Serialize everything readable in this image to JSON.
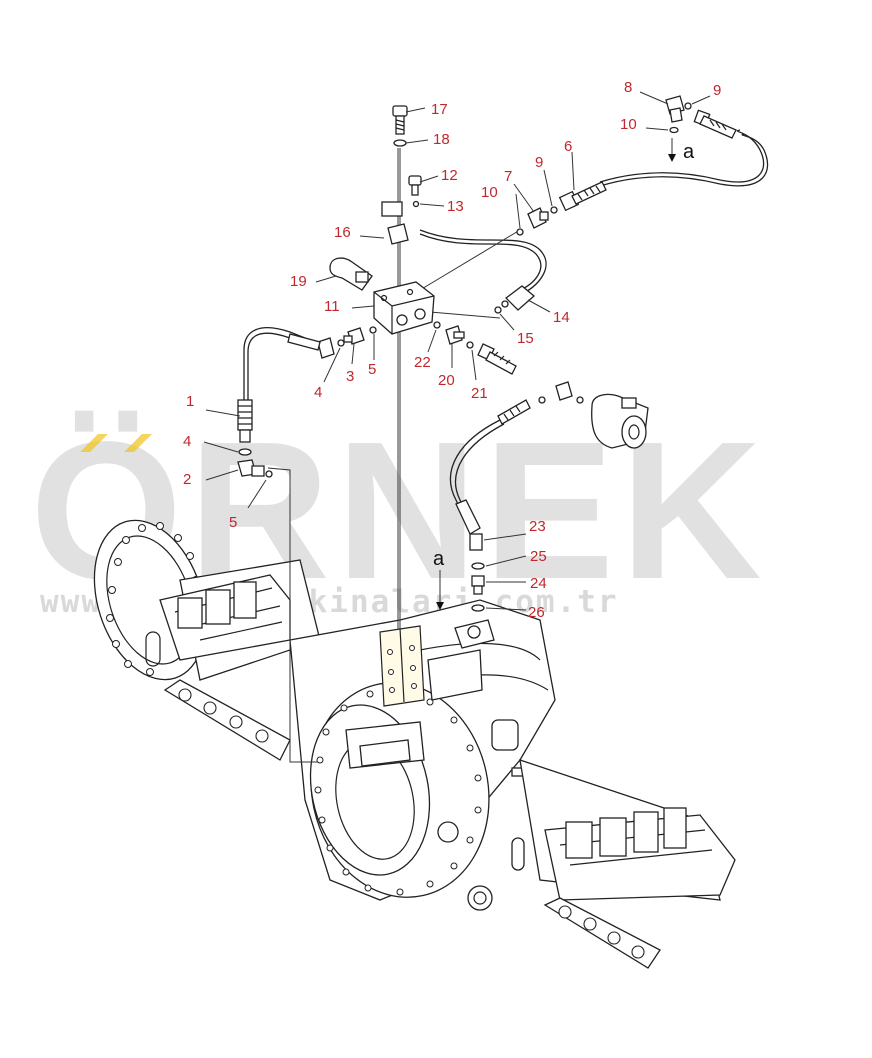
{
  "watermark": {
    "brand": "ÖRNEK",
    "url": "www.ornekismakinalari.com.tr",
    "accent_color": "#f0c419",
    "text_color": "#c9c9cc"
  },
  "view_marker": "a",
  "callouts": {
    "c1": "1",
    "c2": "2",
    "c3": "3",
    "c4a": "4",
    "c4b": "4",
    "c5a": "5",
    "c5b": "5",
    "c6": "6",
    "c7": "7",
    "c8": "8",
    "c9a": "9",
    "c9b": "9",
    "c10a": "10",
    "c10b": "10",
    "c11": "11",
    "c12": "12",
    "c13": "13",
    "c14": "14",
    "c15": "15",
    "c16": "16",
    "c17": "17",
    "c18": "18",
    "c19": "19",
    "c20": "20",
    "c21": "21",
    "c22": "22",
    "c23": "23",
    "c24": "24",
    "c25": "25",
    "c26": "26"
  },
  "colors": {
    "callout": "#c0282d",
    "linework": "#222222",
    "background": "#ffffff"
  }
}
